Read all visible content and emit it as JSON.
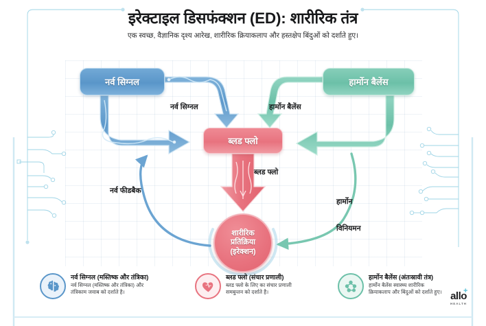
{
  "header": {
    "title": "इरेक्टाइल डिसफंक्शन (ED): शारीरिक तंत्र",
    "subtitle": "एक स्वच्छ, वैज्ञानिक दृश्य आरेख, शारीरिक क्रियाकलाप और हस्तक्षेप बिंदुओं को दर्शाते हुए।"
  },
  "diagram": {
    "nodes": {
      "nerve_signal": {
        "label": "नर्व सिग्नल",
        "color": "#5a96c9"
      },
      "hormone_balance": {
        "label": "हार्मोन बैलेंस",
        "color": "#6cc0a8"
      },
      "blood_flow": {
        "label": "ब्लड फ्लो",
        "color": "#e8737f"
      },
      "physical_response": {
        "line1": "शारीरिक",
        "line2": "प्रतिक्रिया",
        "line3": "(इरेक्शन)",
        "color": "#e2636f"
      }
    },
    "edge_labels": {
      "nerve_signal": "नर्व सिग्नल",
      "hormone_balance": "हार्मोन बैलेंस",
      "blood_flow": "ब्लड फ्लो",
      "nerve_feedback": "नर्व फीडबैक",
      "hormone_regulation_line1": "हार्मोन",
      "hormone_regulation_line2": "विनियमन"
    }
  },
  "legend": [
    {
      "icon": "brain-icon",
      "title": "नर्व सिग्नल (मस्तिष्क और तंत्रिका)",
      "desc_line1": "नर्व सिग्नल (मस्तिष्क और तंत्रिका) और",
      "desc_line2": "तंत्रिकाम जवाब को दर्शाते है।",
      "color": "#5a96c9"
    },
    {
      "icon": "heart-icon",
      "title": "ब्लड फ्लो (संचार प्रणाली)",
      "desc_line1": "ब्लड फ्लो के लिए का संचार प्रणाली",
      "desc_line2": "समबुन्तन को दर्शाते है।",
      "color": "#e8737f"
    },
    {
      "icon": "molecule-icon",
      "title": "हार्मोन बैलेंस (अंतःस्रावी तंत्र)",
      "desc_line1": "हार्मोन बैलेंस स्वास्थ्य शारीरिक",
      "desc_line2": "क्रियाकलाप और बिंदुओं को दर्शाते हुए।",
      "color": "#6cc0a8"
    }
  ],
  "brand": {
    "name": "allo",
    "tagline": "HEALTH",
    "accent": "#58c0d8"
  }
}
